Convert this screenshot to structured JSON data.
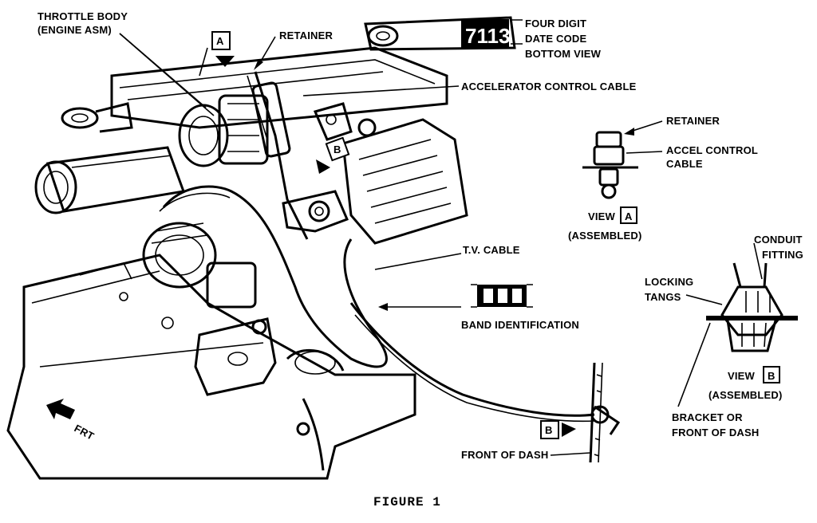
{
  "labels": {
    "throttle_body_1": "THROTTLE BODY",
    "throttle_body_2": "(ENGINE ASM)",
    "retainer_top": "RETAINER",
    "date_code_1": "FOUR DIGIT",
    "date_code_2": "DATE CODE",
    "date_code_3": "BOTTOM VIEW",
    "date_code_value": "7113",
    "accel_cable": "ACCELERATOR CONTROL CABLE",
    "retainer_right": "RETAINER",
    "accel_control_1": "ACCEL CONTROL",
    "accel_control_2": "CABLE",
    "view_a_word": "VIEW",
    "view_a_letter": "A",
    "view_a_sub": "(ASSEMBLED)",
    "conduit_1": "CONDUIT",
    "conduit_2": "FITTING",
    "locking_1": "LOCKING",
    "locking_2": "TANGS",
    "tv_cable": "T.V. CABLE",
    "band_id": "BAND IDENTIFICATION",
    "view_b_word": "VIEW",
    "view_b_letter": "B",
    "view_b_sub": "(ASSEMBLED)",
    "bracket_1": "BRACKET OR",
    "bracket_2": "FRONT OF DASH",
    "front_dash": "FRONT OF DASH",
    "frt": "FRT",
    "callout_a": "A",
    "callout_b_engine": "B",
    "callout_b_dash": "B",
    "figure": "FIGURE 1"
  },
  "colors": {
    "ink": "#000000",
    "paper": "#ffffff"
  }
}
